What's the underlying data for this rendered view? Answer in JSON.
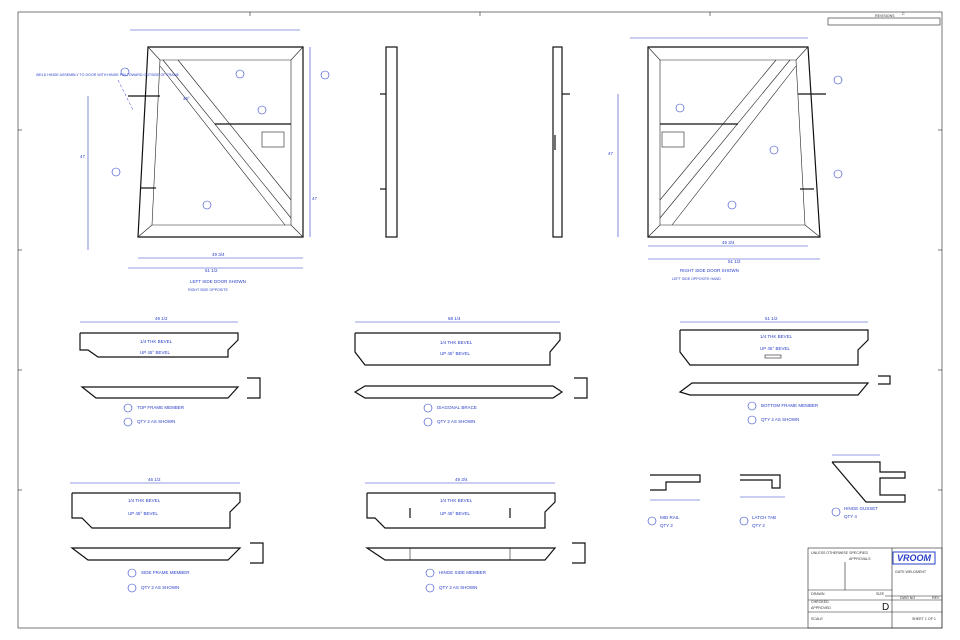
{
  "sheet": {
    "size": "D",
    "company": "VROOM",
    "drawing_title": "GATE WELDMENT"
  },
  "left_door": {
    "width": "51 1/2",
    "inner_width": "49 3/4",
    "height": "47",
    "angle": "45°",
    "note": "WELD HINGE ASSEMBLY TO DOOR WITH HINGE PIN TOWARD OUTSIDE OF FRAME",
    "caption": "LEFT SIDE DOOR SHOWN",
    "caption2": "RIGHT SIDE OPPOSITE"
  },
  "right_door": {
    "width": "51 1/2",
    "inner_width": "49 3/4",
    "height": "47",
    "caption": "RIGHT SIDE DOOR SHOWN",
    "caption2": "LEFT SIDE OPPOSITE HAND"
  },
  "parts": [
    {
      "length": "49 1/2",
      "label_top": "1/4 THK BEVEL",
      "label_bot": "UP 45° BEVEL",
      "callout1": "TOP FRAME MEMBER",
      "callout2": "QTY 2 AS SHOWN"
    },
    {
      "length": "68 1/4",
      "label_top": "1/4 THK BEVEL",
      "label_bot": "UP 45° BEVEL",
      "callout1": "DIAGONAL BRACE",
      "callout2": "QTY 2 AS SHOWN"
    },
    {
      "length": "51 1/2",
      "label_top": "1/4 THK BEVEL",
      "label_bot": "UP 45° BEVEL",
      "callout1": "BOTTOM FRAME MEMBER",
      "callout2": "QTY 2 AS SHOWN"
    },
    {
      "length": "46 1/2",
      "label_top": "1/4 THK BEVEL",
      "label_bot": "UP 45° BEVEL",
      "callout1": "SIDE FRAME MEMBER",
      "callout2": "QTY 2 AS SHOWN"
    },
    {
      "length": "49 3/4",
      "label_top": "1/4 THK BEVEL",
      "label_bot": "UP 45° BEVEL",
      "callout1": "HINGE SIDE MEMBER",
      "callout2": "QTY 2 AS SHOWN"
    }
  ],
  "details": [
    {
      "callout": "MID RAIL",
      "callout2": "QTY 2"
    },
    {
      "callout": "LATCH TAB",
      "callout2": "QTY 2"
    },
    {
      "callout": "HINGE GUSSET",
      "callout2": "QTY 4"
    }
  ],
  "title_block": {
    "tolerances": "UNLESS OTHERWISE SPECIFIED",
    "approvals": "APPROVALS",
    "drawn": "DRAWN",
    "checked": "CHECKED",
    "approved": "APPROVED",
    "size_label": "SIZE",
    "dwg_no": "DWG NO",
    "rev": "REV",
    "scale": "SCALE",
    "sheet": "SHEET 1 OF 1"
  },
  "revision": {
    "header": "REVISIONS",
    "rev": "C"
  }
}
